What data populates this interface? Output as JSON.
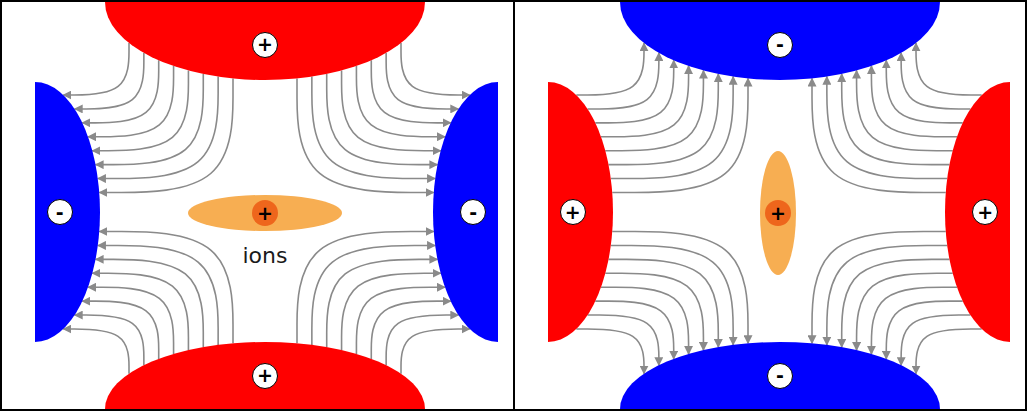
{
  "diagram": {
    "nodes": [
      {
        "text": [
          "+"
        ]
      },
      {
        "text": [
          "-"
        ]
      },
      {
        "text": [
          "+"
        ]
      },
      {
        "text": [
          "-"
        ]
      },
      {
        "text": [
          "+"
        ]
      },
      {
        "text": [
          "-"
        ]
      },
      {
        "text": [
          "+"
        ]
      },
      {
        "text": [
          "+"
        ]
      },
      {
        "text": [
          "+"
        ]
      },
      {
        "text": [
          "-"
        ]
      }
    ],
    "edges": [
      {
        "from": 0,
        "to": 1,
        "arrow": "to"
      },
      {
        "from": 0,
        "to": 3,
        "arrow": "to"
      },
      {
        "from": 4,
        "to": 1,
        "arrow": "to"
      },
      {
        "from": 4,
        "to": 3,
        "arrow": "to"
      },
      {
        "from": 6,
        "to": 5,
        "arrow": "to"
      },
      {
        "from": 8,
        "to": 5,
        "arrow": "to"
      },
      {
        "from": 6,
        "to": 9,
        "arrow": "to"
      },
      {
        "from": 8,
        "to": 9,
        "arrow": "to"
      }
    ],
    "labels": [
      "ions"
    ]
  }
}
